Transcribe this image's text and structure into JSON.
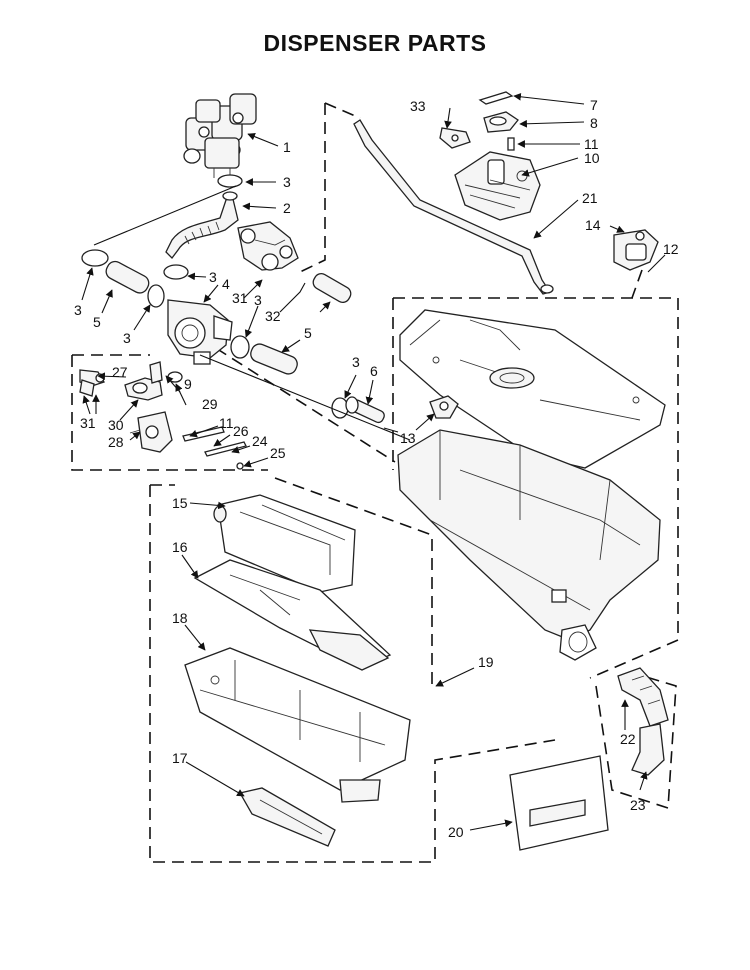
{
  "title": "DISPENSER PARTS",
  "labels": {
    "l1": "1",
    "l2": "2",
    "l3a": "3",
    "l3b": "3",
    "l3c": "3",
    "l3d": "3",
    "l3e": "3",
    "l3f": "3",
    "l4": "4",
    "l5a": "5",
    "l5b": "5",
    "l6": "6",
    "l7": "7",
    "l8": "8",
    "l9": "9",
    "l10": "10",
    "l11a": "11",
    "l11b": "11",
    "l12": "12",
    "l13": "13",
    "l14": "14",
    "l15": "15",
    "l16": "16",
    "l17": "17",
    "l18": "18",
    "l19": "19",
    "l20": "20",
    "l21": "21",
    "l22": "22",
    "l23": "23",
    "l24": "24",
    "l25": "25",
    "l26": "26",
    "l27": "27",
    "l28": "28",
    "l29": "29",
    "l30": "30",
    "l31a": "31",
    "l31b": "31",
    "l32": "32",
    "l33": "33"
  }
}
